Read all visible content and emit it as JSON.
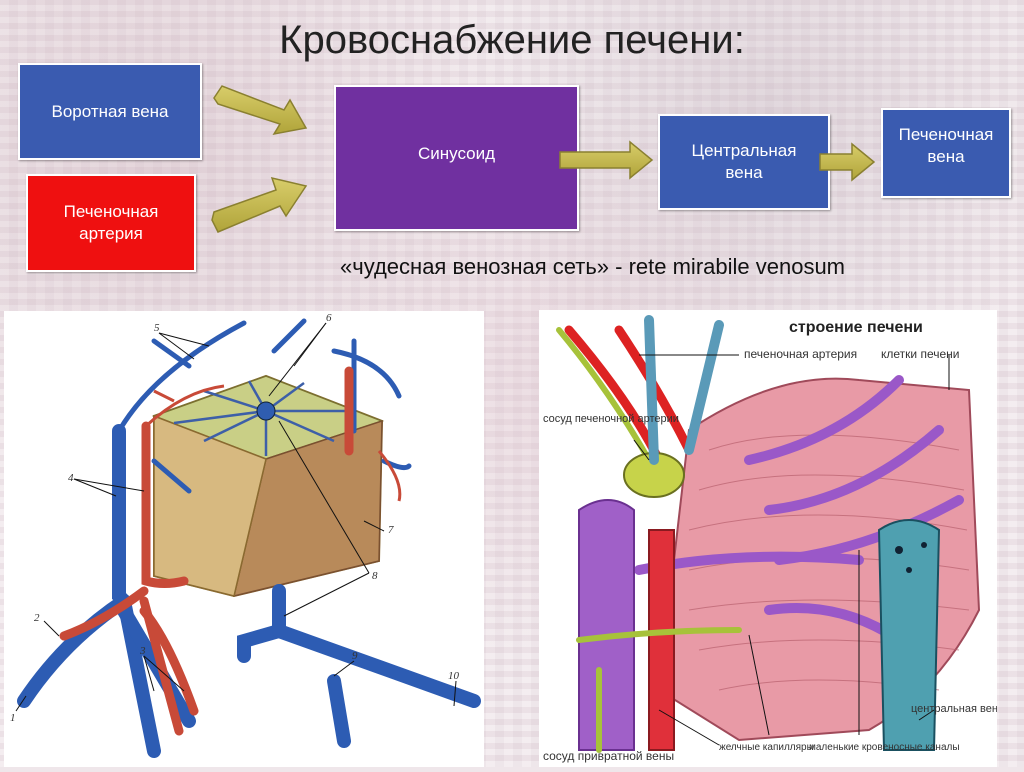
{
  "title": "Кровоснабжение печени:",
  "flow": {
    "portal_vein": "Воротная вена",
    "hepatic_artery": "Печеночная артерия",
    "sinusoid": "Синусоид",
    "central_vein": "Центральная вена",
    "hepatic_vein": "Печеночная вена"
  },
  "subtitle": "«чудесная венозная сеть» - rete mirabile venosum",
  "left_figure": {
    "labels": [
      "1",
      "2",
      "3",
      "4",
      "5",
      "6",
      "7",
      "8",
      "9",
      "10"
    ]
  },
  "right_figure": {
    "heading": "строение печени",
    "labels": {
      "hepatic_artery": "печеночная артерия",
      "liver_cells": "клетки печени",
      "artery_vessel": "сосуд печеночной артерии",
      "portal_vessel": "сосуд привратной вены",
      "bile_capillaries": "желчные капилляры",
      "small_channels": "маленькие кровеносные каналы",
      "central_vein": "центральная вена"
    }
  },
  "colors": {
    "blue_box": "#3a5bb0",
    "red_box": "#ef1010",
    "purple_box": "#7030a0",
    "arrow": "#c8b84a"
  }
}
